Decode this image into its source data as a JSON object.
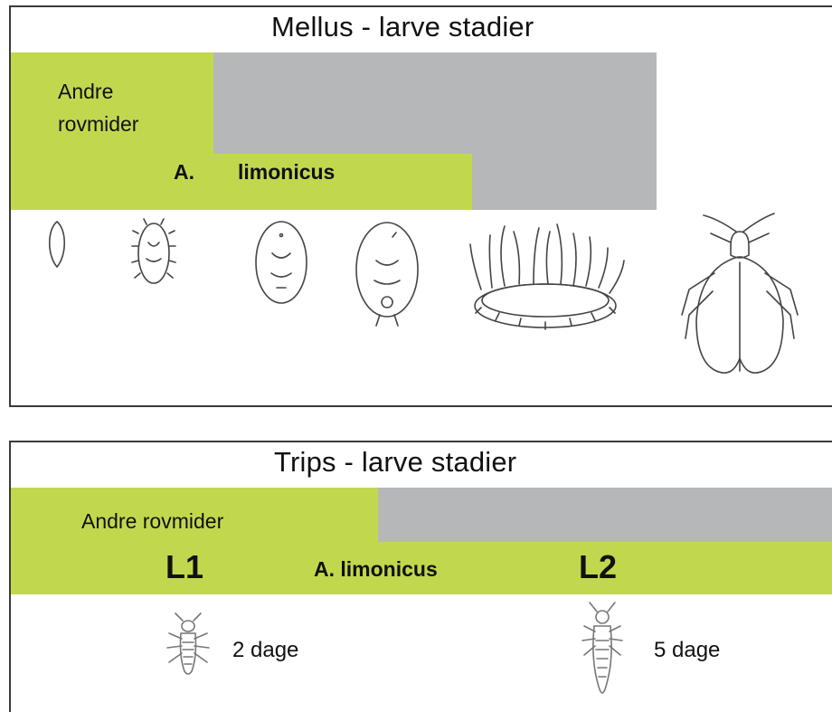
{
  "mellus": {
    "title": "Mellus - larve stadier",
    "andre_line1": "Andre",
    "andre_line2": "rovmider",
    "limonicus_a": "A.",
    "limonicus_b": "limonicus",
    "stages": [
      "egg-icon",
      "nymph-1-icon",
      "nymph-2-icon",
      "nymph-3-icon",
      "pupa-icon",
      "adult-whitefly-icon"
    ]
  },
  "trips": {
    "title": "Trips - larve stadier",
    "andre": "Andre rovmider",
    "l1": "L1",
    "limonicus": "A. limonicus",
    "l2": "L2",
    "l1_days": "2 dage",
    "l2_days": "5 dage"
  },
  "colors": {
    "green": "#c1d84e",
    "gray": "#b6b7b9",
    "border": "#3a3a3a"
  }
}
